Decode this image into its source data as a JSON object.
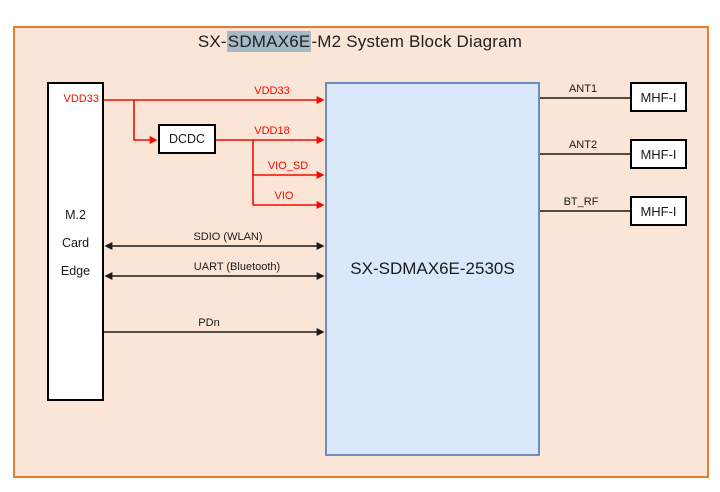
{
  "title": {
    "prefix": "SX-",
    "highlight": "SDMAX6E",
    "suffix": "-M2 System Block Diagram"
  },
  "colors": {
    "canvas_bg": "#FBE5D6",
    "frame_border": "#E07E33",
    "chip_fill": "#DAE8FC",
    "chip_border": "#6C8EBF",
    "box_border": "#000000",
    "box_fill": "#FFFFFF",
    "signal_red": "#F40B00",
    "line_black": "#1A1A1A",
    "title_highlight": "#A5B9C7",
    "text": "#1F1F1F"
  },
  "blocks": {
    "card_edge": {
      "line1": "M.2",
      "line2": "Card",
      "line3": "Edge",
      "pin_label": "VDD33"
    },
    "dcdc": {
      "label": "DCDC"
    },
    "chip": {
      "label": "SX-SDMAX6E-2530S"
    },
    "connector1": {
      "port": "ANT1",
      "label": "MHF-I"
    },
    "connector2": {
      "port": "ANT2",
      "label": "MHF-I"
    },
    "connector3": {
      "port": "BT_RF",
      "label": "MHF-I"
    }
  },
  "signals": {
    "vdd33": "VDD33",
    "vdd18": "VDD18",
    "vio_sd": "VIO_SD",
    "vio": "VIO",
    "sdio": "SDIO (WLAN)",
    "uart": "UART (Bluetooth)",
    "pdn": "PDn"
  }
}
